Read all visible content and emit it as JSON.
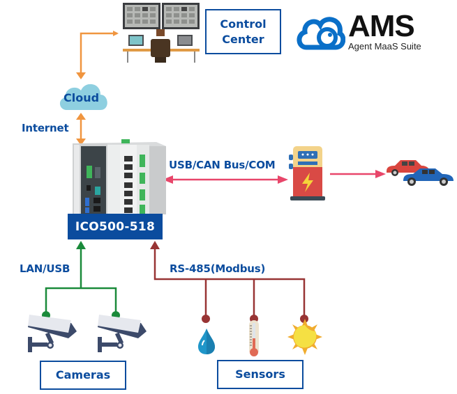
{
  "diagram": {
    "logo": {
      "name": "AMS",
      "subtitle": "Agent MaaS Suite",
      "icon": "cloud-camera-logo-icon",
      "color": "#0a6fc8"
    },
    "nodes": {
      "control_center": {
        "label_line1": "Control",
        "label_line2": "Center",
        "icon": "monitoring-workstation-icon"
      },
      "cloud": {
        "label": "Cloud",
        "icon": "cloud-icon"
      },
      "device": {
        "label": "ICO500-518",
        "icon": "industrial-computer-icon"
      },
      "charger": {
        "icon": "ev-charging-station-icon"
      },
      "vehicles": {
        "icon": "cars-icon"
      },
      "cameras": {
        "label": "Cameras",
        "icon": "security-camera-icon",
        "count": 2
      },
      "sensors": {
        "label": "Sensors",
        "icons": [
          "water-drop-icon",
          "thermometer-icon",
          "sun-icon"
        ]
      }
    },
    "links": {
      "internet": "Internet",
      "usb_can_com": "USB/CAN Bus/COM",
      "lan_usb": "LAN/USB",
      "rs485": "RS-485(Modbus)"
    },
    "colors": {
      "text_blue": "#0b4c9e",
      "orange_link": "#f0953f",
      "pink_link": "#e8466a",
      "green_link": "#1a8a3a",
      "red_link": "#983434",
      "cloud_fill": "#8ecfe0"
    }
  }
}
